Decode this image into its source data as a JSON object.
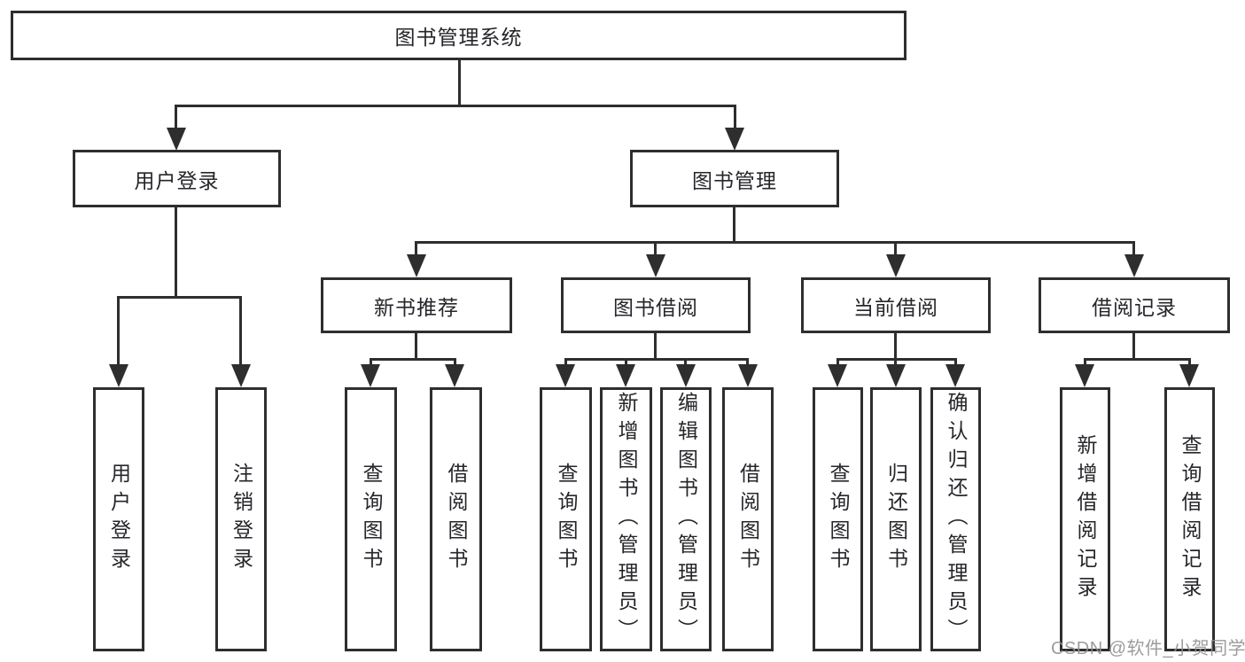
{
  "colors": {
    "line": "#2e2e2e",
    "text": "#26262b",
    "watermark": "#919191",
    "background": "#ffffff"
  },
  "watermark": {
    "text": "CSDN @软件_小贺同学"
  },
  "tree": {
    "root": {
      "label": "图书管理系统",
      "children": [
        {
          "label": "用户登录",
          "children": [
            {
              "label": "用户登录"
            },
            {
              "label": "注销登录"
            }
          ]
        },
        {
          "label": "图书管理",
          "children": [
            {
              "label": "新书推荐",
              "children": [
                {
                  "label": "查询图书"
                },
                {
                  "label": "借阅图书"
                }
              ]
            },
            {
              "label": "图书借阅",
              "children": [
                {
                  "label": "查询图书"
                },
                {
                  "label": "新增图书（管理员）"
                },
                {
                  "label": "编辑图书（管理员）"
                },
                {
                  "label": "借阅图书"
                }
              ]
            },
            {
              "label": "当前借阅",
              "children": [
                {
                  "label": "查询图书"
                },
                {
                  "label": "归还图书"
                },
                {
                  "label": "确认归还（管理员）"
                }
              ]
            },
            {
              "label": "借阅记录",
              "children": [
                {
                  "label": "新增借阅记录"
                },
                {
                  "label": "查询借阅记录"
                }
              ]
            }
          ]
        }
      ]
    }
  }
}
